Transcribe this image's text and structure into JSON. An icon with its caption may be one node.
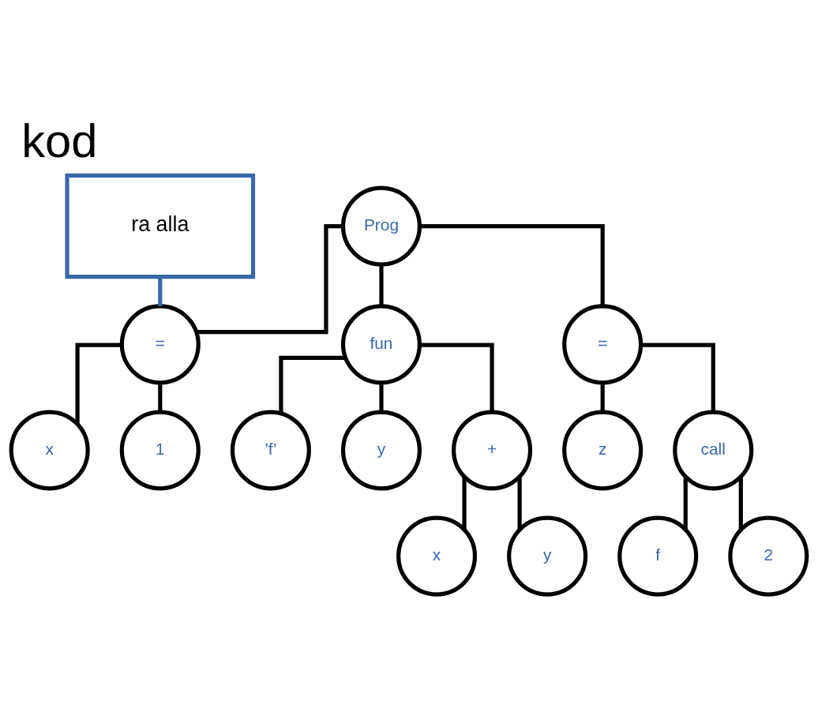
{
  "diagram": {
    "title": "kod",
    "nodes": [
      {
        "text": [
          "Prog"
        ]
      },
      {
        "text": [
          "="
        ]
      },
      {
        "text": [
          "x"
        ]
      },
      {
        "text": [
          "1"
        ]
      },
      {
        "text": [
          "fun"
        ]
      },
      {
        "text": [
          "’f’"
        ]
      },
      {
        "text": [
          "y"
        ]
      },
      {
        "text": [
          "+"
        ]
      },
      {
        "text": [
          "x"
        ]
      },
      {
        "text": [
          "y"
        ]
      },
      {
        "text": [
          "="
        ]
      },
      {
        "text": [
          "z"
        ]
      },
      {
        "text": [
          "call"
        ]
      },
      {
        "text": [
          "f"
        ]
      },
      {
        "text": [
          "2"
        ]
      },
      {
        "text": [
          "ra alla"
        ]
      }
    ],
    "edges": [
      {
        "from": 0,
        "to": 1,
        "arrow": "none"
      },
      {
        "from": 0,
        "to": 4,
        "arrow": "none"
      },
      {
        "from": 0,
        "to": 10,
        "arrow": "none"
      },
      {
        "from": 1,
        "to": 2,
        "arrow": "none"
      },
      {
        "from": 1,
        "to": 3,
        "arrow": "none"
      },
      {
        "from": 4,
        "to": 5,
        "arrow": "none"
      },
      {
        "from": 4,
        "to": 6,
        "arrow": "none"
      },
      {
        "from": 4,
        "to": 7,
        "arrow": "none"
      },
      {
        "from": 7,
        "to": 8,
        "arrow": "none"
      },
      {
        "from": 7,
        "to": 9,
        "arrow": "none"
      },
      {
        "from": 10,
        "to": 11,
        "arrow": "none"
      },
      {
        "from": 10,
        "to": 12,
        "arrow": "none"
      },
      {
        "from": 12,
        "to": 13,
        "arrow": "none"
      },
      {
        "from": 12,
        "to": 14,
        "arrow": "none"
      },
      {
        "from": 15,
        "to": 1,
        "arrow": "none",
        "color": "#3a67a8"
      }
    ]
  }
}
